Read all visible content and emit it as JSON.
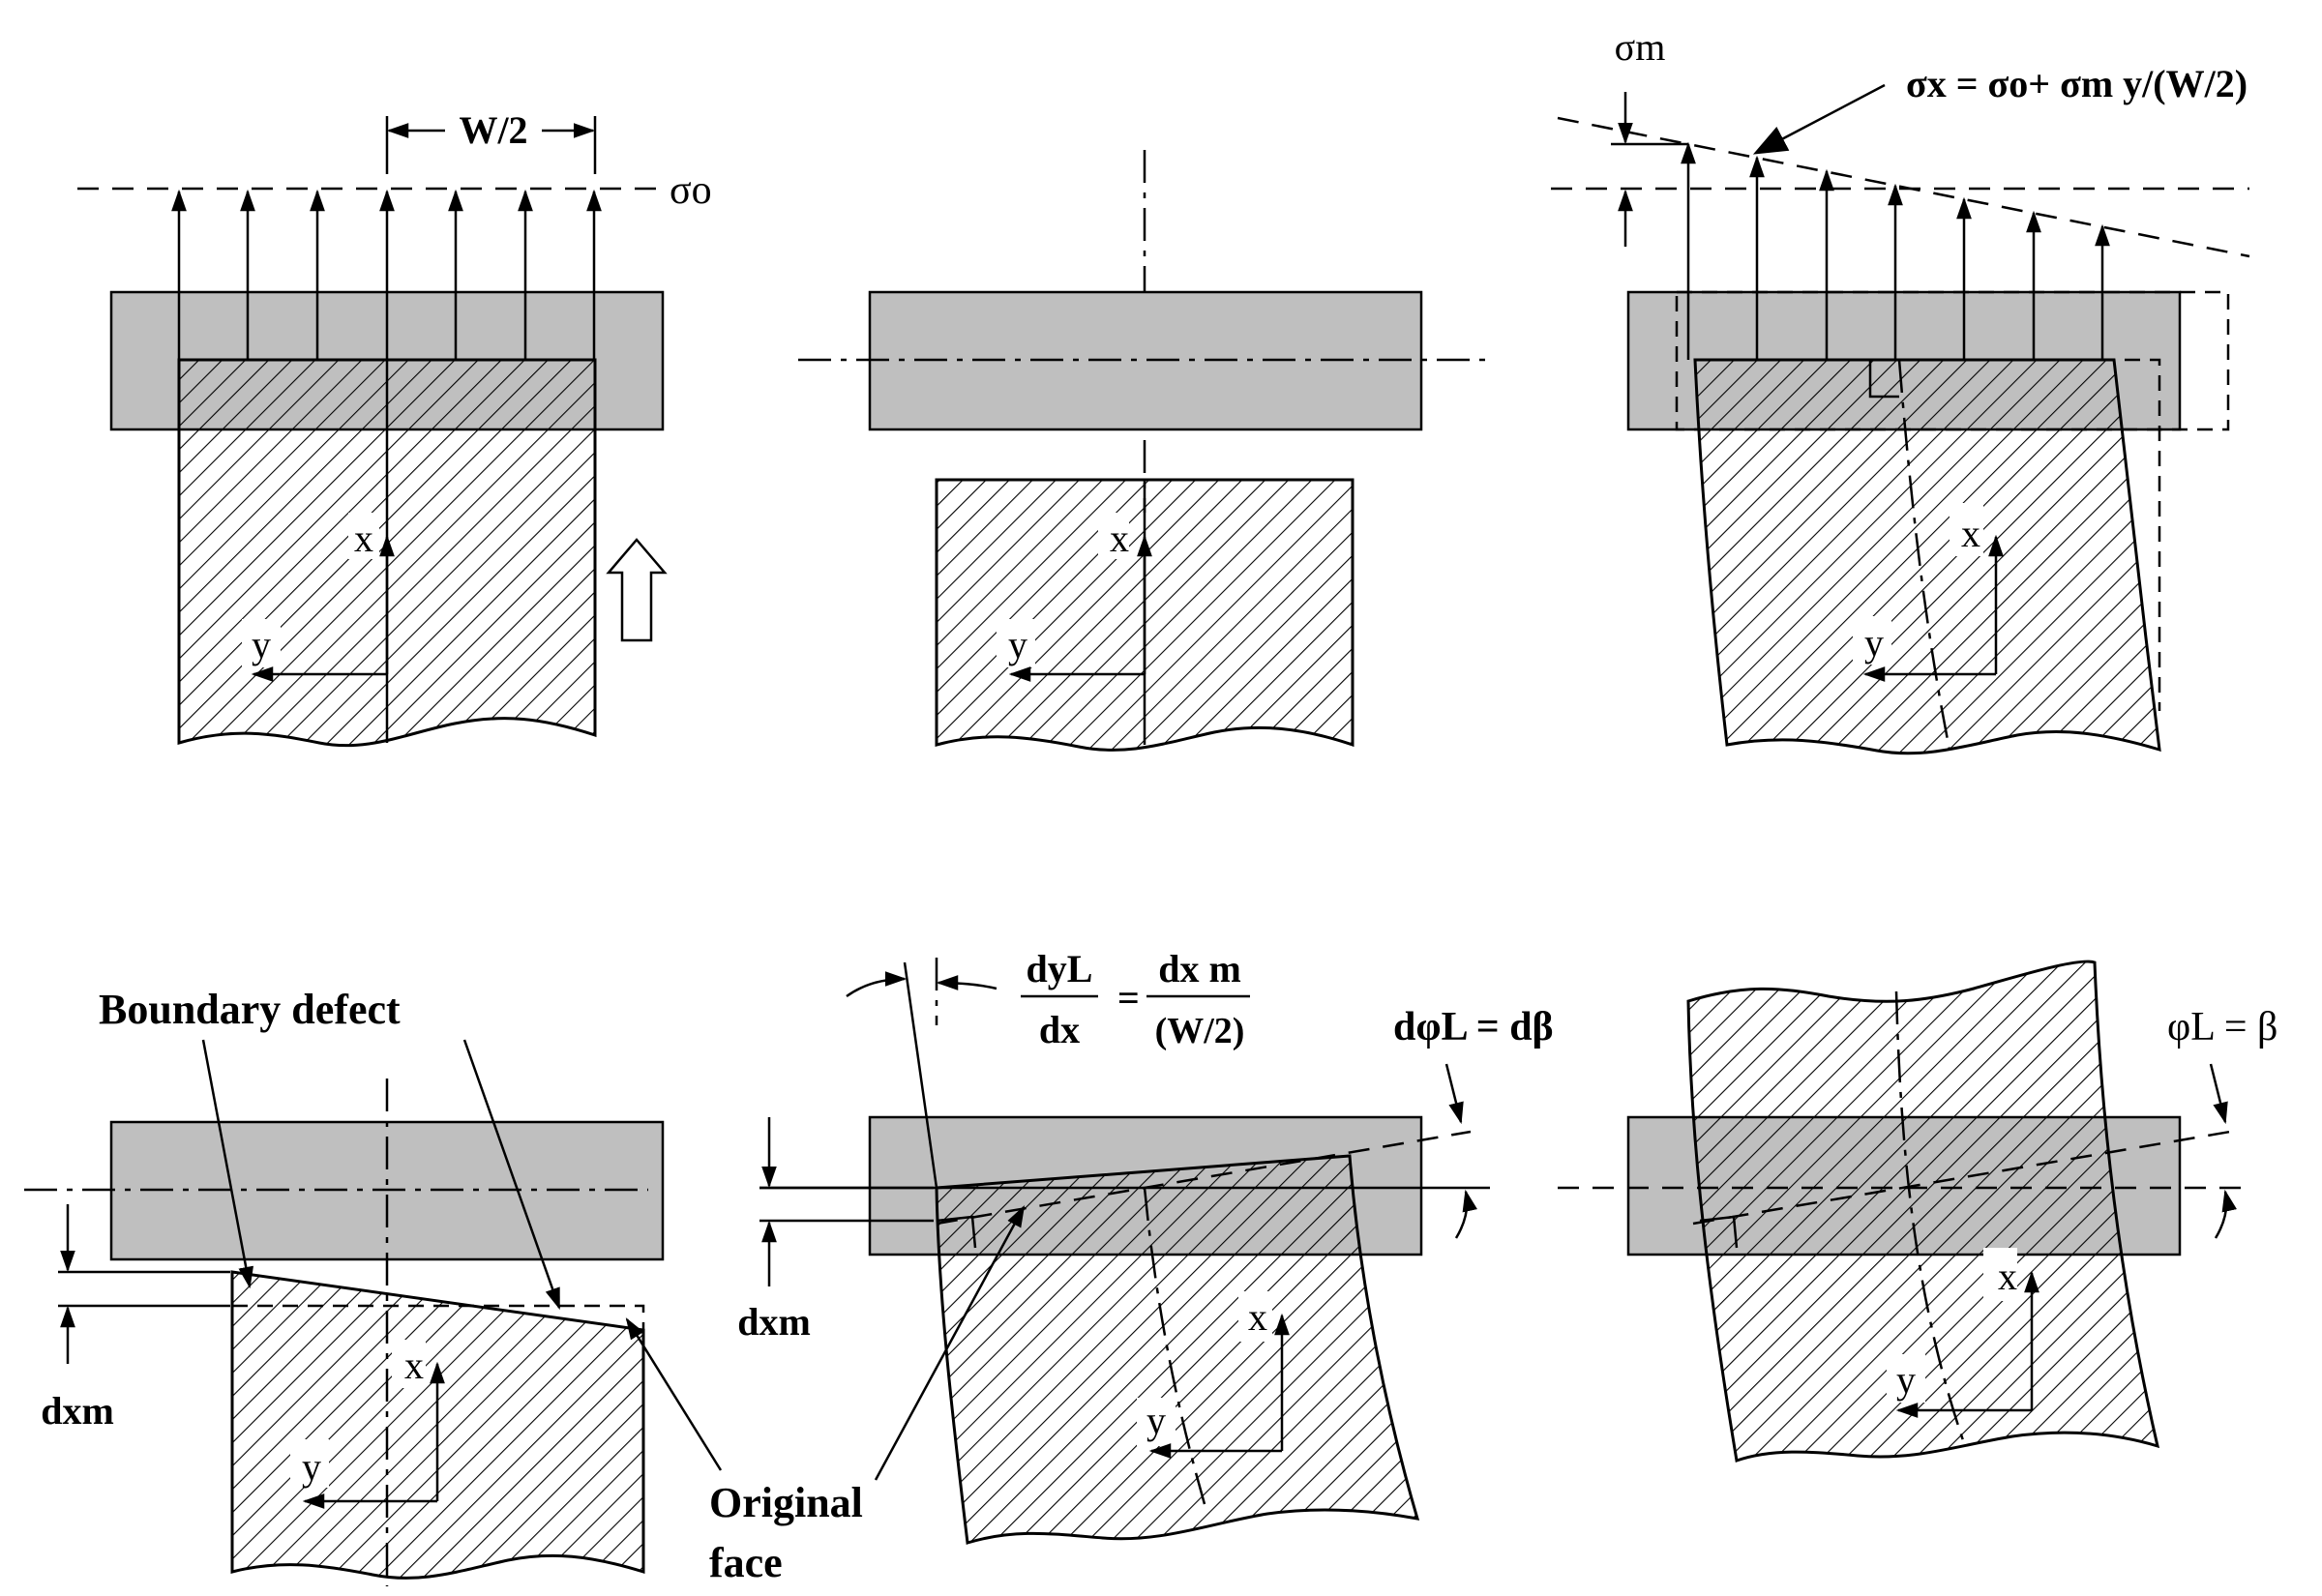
{
  "labels": {
    "w_half": "W/2",
    "sigma_o": "σo",
    "sigma_m": "σm",
    "x": "x",
    "y": "y",
    "formula_sigma_x": "σx = σo+ σm y/(W/2)",
    "boundary_defect": "Boundary defect",
    "original_face_1": "Original",
    "original_face_2": "face",
    "dx_m": "dxm",
    "slope_eq_dyL": "dyL",
    "slope_eq_dx": "dx",
    "slope_eq_dxm": "dx m",
    "slope_eq_w2": "(W/2)",
    "dphi_eq": "dφL = dβ",
    "phi_eq": "φL = β"
  },
  "colors": {
    "platen": "#bfbfbf",
    "stroke": "#000000",
    "hatch": "#000000",
    "background": "#ffffff"
  }
}
